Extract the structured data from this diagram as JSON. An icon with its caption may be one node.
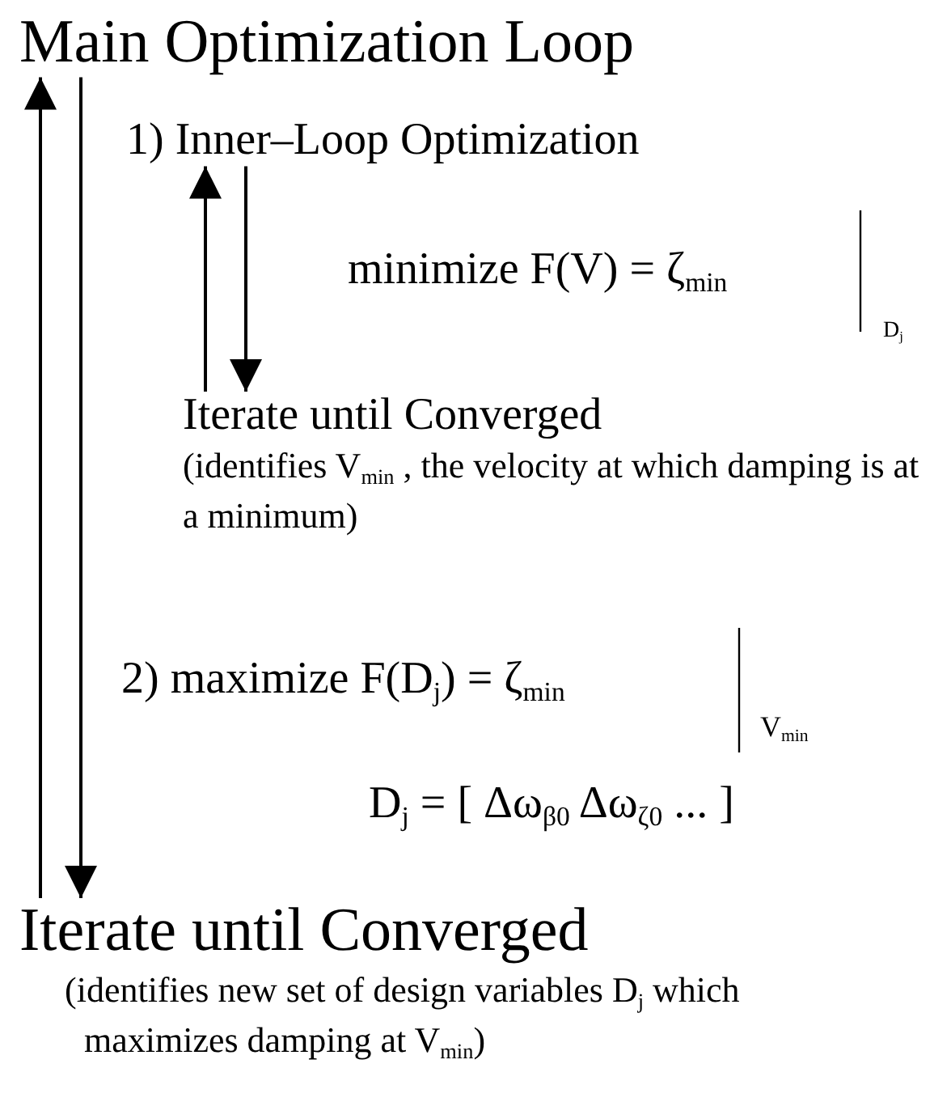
{
  "diagram": {
    "nodes": [
      {
        "text": [
          "Main Optimization Loop"
        ]
      },
      {
        "text": [
          "1) Inner–Loop Optimization"
        ]
      },
      {
        "text": [
          "Iterate until Converged",
          "(identifies V$_{min}$ , the velocity at which damping is at a minimum)"
        ]
      },
      {
        "text": [
          "Iterate until Converged",
          "(identifies new set of design variables D$_{j}$ which maximizes damping at V$_{min}$)"
        ]
      }
    ],
    "edges": [
      {
        "from": 3,
        "to": 0,
        "arrow": "to"
      },
      {
        "from": 0,
        "to": 3,
        "arrow": "to"
      },
      {
        "from": 2,
        "to": 1,
        "arrow": "to"
      },
      {
        "from": 1,
        "to": 2,
        "arrow": "to"
      }
    ],
    "labels": [
      "minimize F(V) = ζ$_{min}$",
      "D$_{j}$",
      "2) maximize F(D$_{j}$) = ζ$_{min}$",
      "V$_{min}$",
      "D$_{j}$ = [ Δω$_{β0}$  Δω$_{ζ0}$  ... ]"
    ]
  }
}
